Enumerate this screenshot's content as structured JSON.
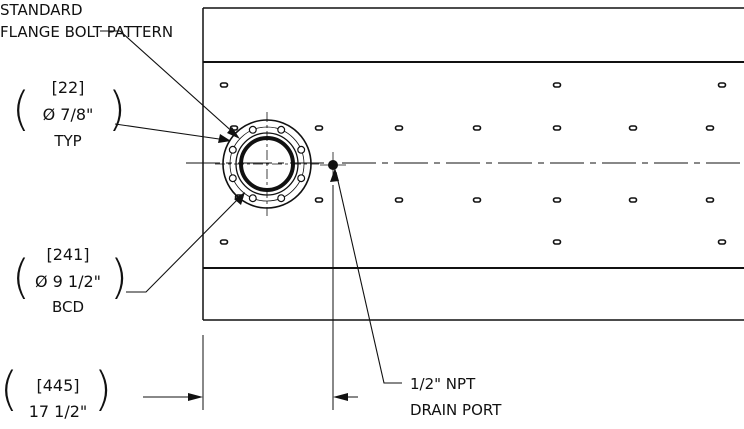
{
  "callouts": {
    "flange": {
      "line1": "STANDARD",
      "line2": "FLANGE BOLT PATTERN"
    },
    "bolt_hole": {
      "metric": "[22]",
      "imperial": "Ø 7/8\"",
      "note": "TYP"
    },
    "bcd": {
      "metric": "[241]",
      "imperial": "Ø 9 1/2\"",
      "note": "BCD"
    },
    "offset": {
      "metric": "[445]",
      "imperial": "17 1/2\""
    },
    "drain": {
      "line1": "1/2\" NPT",
      "line2": "DRAIN PORT"
    }
  },
  "colors": {
    "line": "#111111",
    "background": "#ffffff"
  }
}
